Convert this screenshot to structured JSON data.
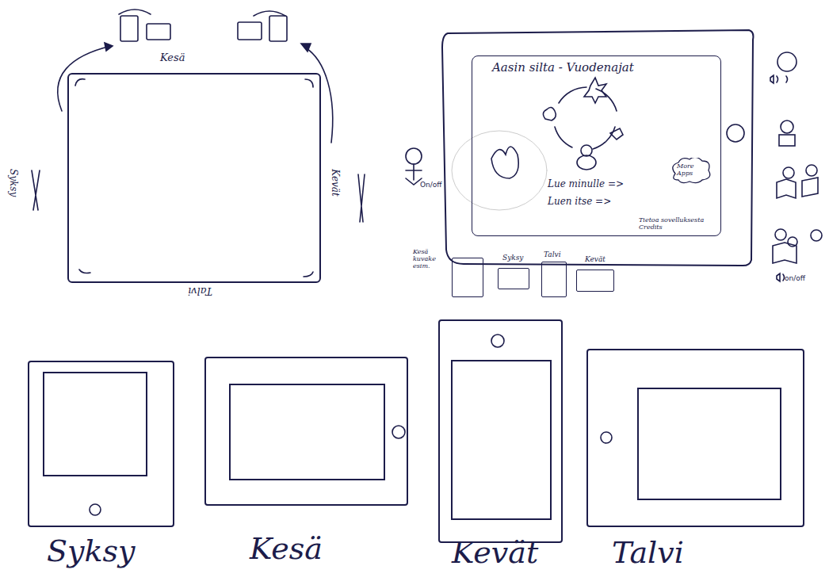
{
  "diagram": {
    "nodes": [
      {
        "text": [
          "Kesä",
          "Syksy",
          "Kevät",
          "Talvi"
        ]
      },
      {
        "text": [
          "Aasin silta - Vuodenajat",
          "Lue minulle =>",
          "Luen itse =>",
          "Tietoa sovelluksesta Credits"
        ]
      },
      {
        "text": [
          "More Apps"
        ],
        "in": 1
      },
      {
        "text": [
          "Kesä kuvake esim."
        ]
      },
      {
        "text": [
          "Syksy"
        ]
      },
      {
        "text": [
          "Talvi"
        ]
      },
      {
        "text": [
          "Kevät"
        ]
      },
      {
        "text": [
          "Syksy"
        ]
      },
      {
        "text": [
          "Kesä"
        ]
      },
      {
        "text": [
          "Kevät"
        ]
      },
      {
        "text": [
          "Talvi"
        ]
      }
    ],
    "labels": [
      "On/off",
      "on/off"
    ]
  }
}
